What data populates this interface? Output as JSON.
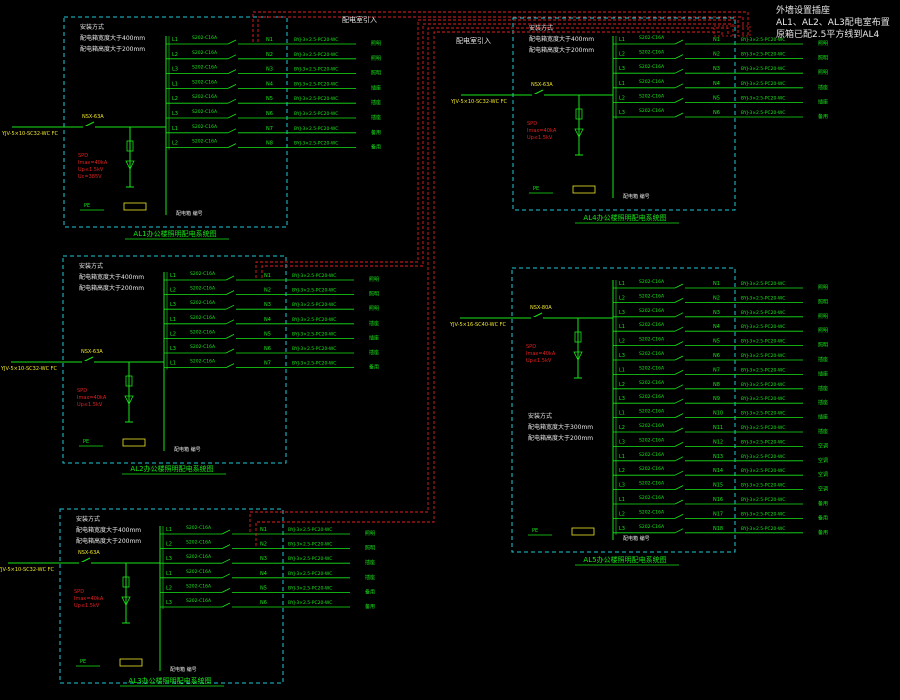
{
  "colors": {
    "background": "#000000",
    "frame": "#21c8d6",
    "wire": "#19e619",
    "text": "#19e619",
    "label": "#f0e62a",
    "red": "#e02020",
    "white": "#e6e6e6",
    "dashed_red": "#e02020"
  },
  "note": {
    "line1": "外墙设置插座",
    "line2": "AL1、AL2、AL3配电室布置",
    "line3": "原箱已配2.5平方线到AL4"
  },
  "labels": {
    "top_center": "配电室引入",
    "al4_left": "配电室引入"
  },
  "panels": [
    {
      "id": "AL1",
      "title": "AL1办公楼照明配电系统图",
      "notes": [
        "安装方式",
        "配电箱宽度大于400mm",
        "配电箱高度大于200mm"
      ],
      "incoming_cable": "YJV-5×10-SC32-WC FC",
      "breaker": "NSX-63A",
      "spd": [
        "SPD",
        "Imax=40kA",
        "Up≤1.5kV",
        "Uc=385V"
      ],
      "ground": "PE",
      "bottom_note": "配电箱 编号",
      "circuits": [
        {
          "phase": "L1",
          "breaker": "S202-C16A",
          "num": "N1",
          "cable": "BYJ-3×2.5-PC20-WC",
          "load": "照明"
        },
        {
          "phase": "L2",
          "breaker": "S202-C16A",
          "num": "N2",
          "cable": "BYJ-3×2.5-PC20-WC",
          "load": "照明"
        },
        {
          "phase": "L3",
          "breaker": "S202-C16A",
          "num": "N3",
          "cable": "BYJ-3×2.5-PC20-WC",
          "load": "照明"
        },
        {
          "phase": "L1",
          "breaker": "S202-C16A",
          "num": "N4",
          "cable": "BYJ-3×2.5-PC20-WC",
          "load": "插座"
        },
        {
          "phase": "L2",
          "breaker": "S202-C16A",
          "num": "N5",
          "cable": "BYJ-3×2.5-PC20-WC",
          "load": "插座"
        },
        {
          "phase": "L3",
          "breaker": "S202-C16A",
          "num": "N6",
          "cable": "BYJ-3×2.5-PC20-WC",
          "load": "插座"
        },
        {
          "phase": "L1",
          "breaker": "S202-C16A",
          "num": "N7",
          "cable": "BYJ-3×2.5-PC20-WC",
          "load": "备用"
        },
        {
          "phase": "L2",
          "breaker": "S202-C16A",
          "num": "N8",
          "cable": "BYJ-3×2.5-PC20-WC",
          "load": "备用"
        }
      ]
    },
    {
      "id": "AL2",
      "title": "AL2办公楼照明配电系统图",
      "notes": [
        "安装方式",
        "配电箱宽度大于400mm",
        "配电箱高度大于200mm"
      ],
      "incoming_cable": "YJV-5×10-SC32-WC FC",
      "breaker": "NSX-63A",
      "spd": [
        "SPD",
        "Imax=40kA",
        "Up≤1.5kV"
      ],
      "ground": "PE",
      "bottom_note": "配电箱 编号",
      "circuits": [
        {
          "phase": "L1",
          "breaker": "S202-C16A",
          "num": "N1",
          "cable": "BYJ-3×2.5-PC20-WC",
          "load": "照明"
        },
        {
          "phase": "L2",
          "breaker": "S202-C16A",
          "num": "N2",
          "cable": "BYJ-3×2.5-PC20-WC",
          "load": "照明"
        },
        {
          "phase": "L3",
          "breaker": "S202-C16A",
          "num": "N3",
          "cable": "BYJ-3×2.5-PC20-WC",
          "load": "照明"
        },
        {
          "phase": "L1",
          "breaker": "S202-C16A",
          "num": "N4",
          "cable": "BYJ-3×2.5-PC20-WC",
          "load": "插座"
        },
        {
          "phase": "L2",
          "breaker": "S202-C16A",
          "num": "N5",
          "cable": "BYJ-3×2.5-PC20-WC",
          "load": "插座"
        },
        {
          "phase": "L3",
          "breaker": "S202-C16A",
          "num": "N6",
          "cable": "BYJ-3×2.5-PC20-WC",
          "load": "插座"
        },
        {
          "phase": "L1",
          "breaker": "S202-C16A",
          "num": "N7",
          "cable": "BYJ-3×2.5-PC20-WC",
          "load": "备用"
        }
      ]
    },
    {
      "id": "AL3",
      "title": "AL3办公楼照明配电系统图",
      "notes": [
        "安装方式",
        "配电箱宽度大于400mm",
        "配电箱高度大于200mm"
      ],
      "incoming_cable": "YJV-5×10-SC32-WC FC",
      "breaker": "NSX-63A",
      "spd": [
        "SPD",
        "Imax=40kA",
        "Up≤1.5kV"
      ],
      "ground": "PE",
      "bottom_note": "配电箱 编号",
      "circuits": [
        {
          "phase": "L1",
          "breaker": "S202-C16A",
          "num": "N1",
          "cable": "BYJ-3×2.5-PC20-WC",
          "load": "照明"
        },
        {
          "phase": "L2",
          "breaker": "S202-C16A",
          "num": "N2",
          "cable": "BYJ-3×2.5-PC20-WC",
          "load": "照明"
        },
        {
          "phase": "L3",
          "breaker": "S202-C16A",
          "num": "N3",
          "cable": "BYJ-3×2.5-PC20-WC",
          "load": "插座"
        },
        {
          "phase": "L1",
          "breaker": "S202-C16A",
          "num": "N4",
          "cable": "BYJ-3×2.5-PC20-WC",
          "load": "插座"
        },
        {
          "phase": "L2",
          "breaker": "S202-C16A",
          "num": "N5",
          "cable": "BYJ-3×2.5-PC20-WC",
          "load": "备用"
        },
        {
          "phase": "L3",
          "breaker": "S202-C16A",
          "num": "N6",
          "cable": "BYJ-3×2.5-PC20-WC",
          "load": "备用"
        }
      ]
    },
    {
      "id": "AL4",
      "title": "AL4办公楼照明配电系统图",
      "notes": [
        "安装方式",
        "配电箱宽度大于400mm",
        "配电箱高度大于200mm"
      ],
      "incoming_cable": "YJV-5×10-SC32-WC FC",
      "breaker": "NSX-63A",
      "spd": [
        "SPD",
        "Imax=40kA",
        "Up≤1.5kV"
      ],
      "ground": "PE",
      "bottom_note": "配电箱 编号",
      "circuits": [
        {
          "phase": "L1",
          "breaker": "S202-C16A",
          "num": "N1",
          "cable": "BYJ-3×2.5-PC20-WC",
          "load": "照明"
        },
        {
          "phase": "L2",
          "breaker": "S202-C16A",
          "num": "N2",
          "cable": "BYJ-3×2.5-PC20-WC",
          "load": "照明"
        },
        {
          "phase": "L3",
          "breaker": "S202-C16A",
          "num": "N3",
          "cable": "BYJ-3×2.5-PC20-WC",
          "load": "照明"
        },
        {
          "phase": "L1",
          "breaker": "S202-C16A",
          "num": "N4",
          "cable": "BYJ-3×2.5-PC20-WC",
          "load": "插座"
        },
        {
          "phase": "L2",
          "breaker": "S202-C16A",
          "num": "N5",
          "cable": "BYJ-3×2.5-PC20-WC",
          "load": "插座"
        },
        {
          "phase": "L3",
          "breaker": "S202-C16A",
          "num": "N6",
          "cable": "BYJ-3×2.5-PC20-WC",
          "load": "备用"
        }
      ]
    },
    {
      "id": "AL5",
      "title": "AL5办公楼照明配电系统图",
      "notes": [
        "安装方式",
        "配电箱宽度大于300mm",
        "配电箱高度大于200mm"
      ],
      "incoming_cable": "YJV-5×16-SC40-WC FC",
      "breaker": "NSX-80A",
      "spd": [
        "SPD",
        "Imax=40kA",
        "Up≤1.5kV"
      ],
      "ground": "PE",
      "bottom_note": "配电箱 编号",
      "circuits": [
        {
          "phase": "L1",
          "breaker": "S202-C16A",
          "num": "N1",
          "cable": "BYJ-3×2.5-PC20-WC",
          "load": "照明"
        },
        {
          "phase": "L2",
          "breaker": "S202-C16A",
          "num": "N2",
          "cable": "BYJ-3×2.5-PC20-WC",
          "load": "照明"
        },
        {
          "phase": "L3",
          "breaker": "S202-C16A",
          "num": "N3",
          "cable": "BYJ-3×2.5-PC20-WC",
          "load": "照明"
        },
        {
          "phase": "L1",
          "breaker": "S202-C16A",
          "num": "N4",
          "cable": "BYJ-3×2.5-PC20-WC",
          "load": "照明"
        },
        {
          "phase": "L2",
          "breaker": "S202-C16A",
          "num": "N5",
          "cable": "BYJ-3×2.5-PC20-WC",
          "load": "照明"
        },
        {
          "phase": "L3",
          "breaker": "S202-C16A",
          "num": "N6",
          "cable": "BYJ-3×2.5-PC20-WC",
          "load": "插座"
        },
        {
          "phase": "L1",
          "breaker": "S202-C16A",
          "num": "N7",
          "cable": "BYJ-3×2.5-PC20-WC",
          "load": "插座"
        },
        {
          "phase": "L2",
          "breaker": "S202-C16A",
          "num": "N8",
          "cable": "BYJ-3×2.5-PC20-WC",
          "load": "插座"
        },
        {
          "phase": "L3",
          "breaker": "S202-C16A",
          "num": "N9",
          "cable": "BYJ-3×2.5-PC20-WC",
          "load": "插座"
        },
        {
          "phase": "L1",
          "breaker": "S202-C16A",
          "num": "N10",
          "cable": "BYJ-3×2.5-PC20-WC",
          "load": "插座"
        },
        {
          "phase": "L2",
          "breaker": "S202-C16A",
          "num": "N11",
          "cable": "BYJ-3×2.5-PC20-WC",
          "load": "插座"
        },
        {
          "phase": "L3",
          "breaker": "S202-C16A",
          "num": "N12",
          "cable": "BYJ-3×2.5-PC20-WC",
          "load": "空调"
        },
        {
          "phase": "L1",
          "breaker": "S202-C16A",
          "num": "N13",
          "cable": "BYJ-3×2.5-PC20-WC",
          "load": "空调"
        },
        {
          "phase": "L2",
          "breaker": "S202-C16A",
          "num": "N14",
          "cable": "BYJ-3×2.5-PC20-WC",
          "load": "空调"
        },
        {
          "phase": "L3",
          "breaker": "S202-C16A",
          "num": "N15",
          "cable": "BYJ-3×2.5-PC20-WC",
          "load": "空调"
        },
        {
          "phase": "L1",
          "breaker": "S202-C16A",
          "num": "N16",
          "cable": "BYJ-3×2.5-PC20-WC",
          "load": "备用"
        },
        {
          "phase": "L2",
          "breaker": "S202-C16A",
          "num": "N17",
          "cable": "BYJ-3×2.5-PC20-WC",
          "load": "备用"
        },
        {
          "phase": "L3",
          "breaker": "S202-C16A",
          "num": "N18",
          "cable": "BYJ-3×2.5-PC20-WC",
          "load": "备用"
        }
      ]
    }
  ]
}
